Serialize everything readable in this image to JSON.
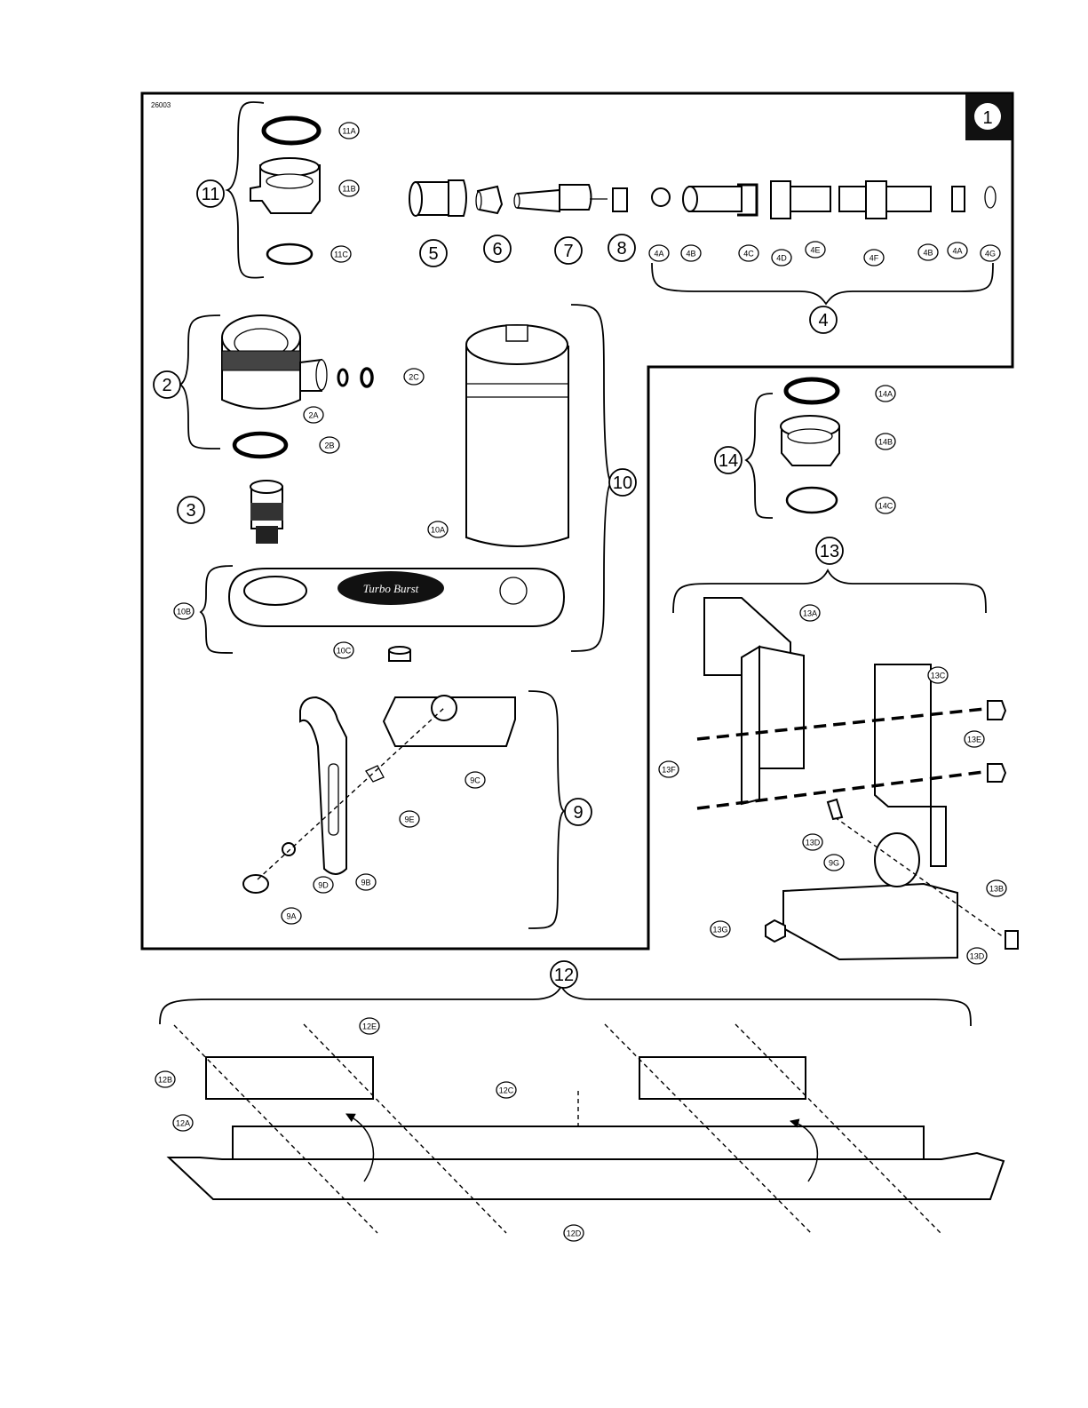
{
  "drawing_number": "26003",
  "page_badge": "1",
  "callouts_big": [
    "11",
    "5",
    "6",
    "7",
    "8",
    "4",
    "2",
    "10",
    "3",
    "14",
    "13",
    "9",
    "12"
  ],
  "callouts_small": [
    "11A",
    "11B",
    "11C",
    "4A",
    "4B",
    "4C",
    "4D",
    "4E",
    "4F",
    "4B",
    "4A",
    "4G",
    "2C",
    "2A",
    "2B",
    "10A",
    "10B",
    "10C",
    "14A",
    "14B",
    "14C",
    "13A",
    "13C",
    "13E",
    "13F",
    "13D",
    "9C",
    "9E",
    "9G",
    "13B",
    "13G",
    "13D",
    "9D",
    "9B",
    "9A",
    "12E",
    "12B",
    "12C",
    "12A",
    "12D"
  ],
  "logo_text": "Turbo Burst"
}
